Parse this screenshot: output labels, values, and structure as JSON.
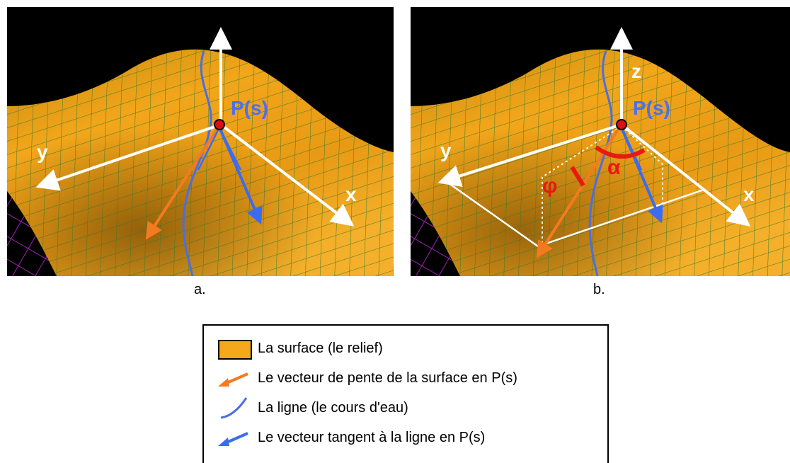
{
  "panel_a": {
    "caption": "a.",
    "label_y": "y",
    "label_x": "x",
    "label_point": "P(s)"
  },
  "panel_b": {
    "caption": "b.",
    "label_y": "y",
    "label_x": "x",
    "label_z": "z",
    "label_point": "P(s)",
    "label_phi": "φ",
    "label_alpha": "α"
  },
  "legend": {
    "items": [
      {
        "label": "La surface (le relief)",
        "icon": "orange-square-icon",
        "color": "#f6a81c"
      },
      {
        "label": "Le vecteur de pente de la surface en P(s)",
        "icon": "orange-arrow-icon",
        "color": "#f47a20"
      },
      {
        "label": "La ligne (le cours d'eau)",
        "icon": "blue-curve-icon",
        "color": "#4a6fe0"
      },
      {
        "label": "Le vecteur tangent à la ligne en P(s)",
        "icon": "blue-arrow-icon",
        "color": "#3b6cf0"
      }
    ]
  },
  "colors": {
    "surface": "#f0a418",
    "surface_dark": "#9a6a0c",
    "mesh": "#3c7a2a",
    "grid_floor": "#b030c0",
    "slope_vector": "#f47a20",
    "line": "#4a6fe0",
    "tangent_vector": "#3b6cf0",
    "point": "#d81010",
    "angle": "#e81a10",
    "axis": "#ffffff",
    "point_label": "#4a6ff0"
  }
}
